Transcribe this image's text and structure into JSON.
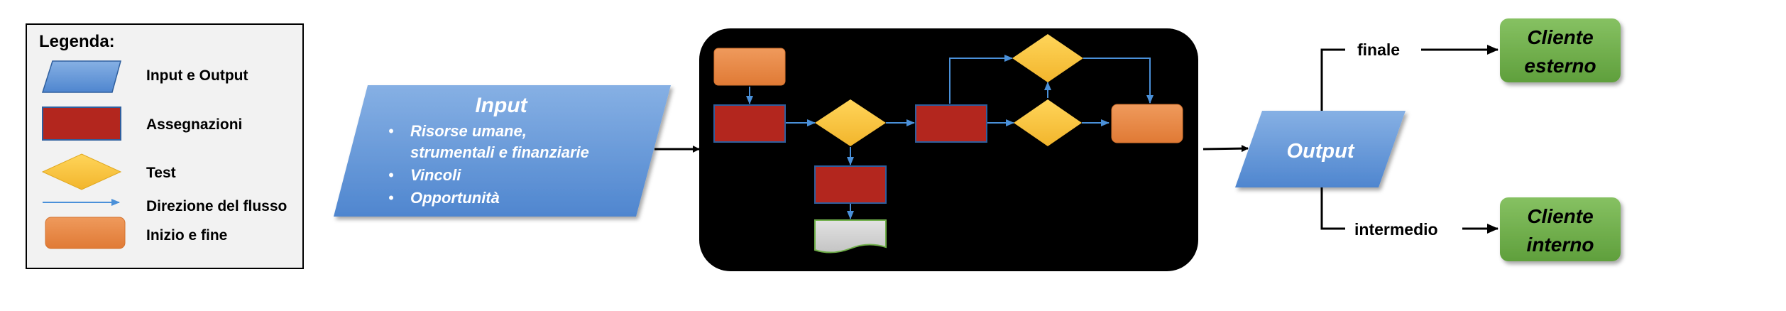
{
  "legend": {
    "title": "Legenda:",
    "items": [
      {
        "shape": "parallelogram",
        "label": "Input e Output"
      },
      {
        "shape": "rectangle",
        "label": "Assegnazioni"
      },
      {
        "shape": "diamond",
        "label": "Test"
      },
      {
        "shape": "arrow",
        "label": "Direzione del flusso"
      },
      {
        "shape": "rounded-rectangle",
        "label": "Inizio e fine"
      }
    ]
  },
  "input": {
    "title": "Input",
    "bullets": [
      [
        "Risorse umane,",
        "strumentali e finanziarie"
      ],
      [
        "Vincoli"
      ],
      [
        "Opportunità"
      ]
    ]
  },
  "output": {
    "label": "Output"
  },
  "branches": {
    "top": "finale",
    "bottom": "intermedio"
  },
  "clients": {
    "external": [
      "Cliente",
      "esterno"
    ],
    "internal": [
      "Cliente",
      "interno"
    ]
  },
  "colors": {
    "blue": "#5b8fd3",
    "red": "#b3261e",
    "yellow": "#f5c13b",
    "orange": "#e8833e",
    "green": "#6fae48",
    "black_panel": "#000000",
    "flow_arrow": "#4a90d9"
  }
}
